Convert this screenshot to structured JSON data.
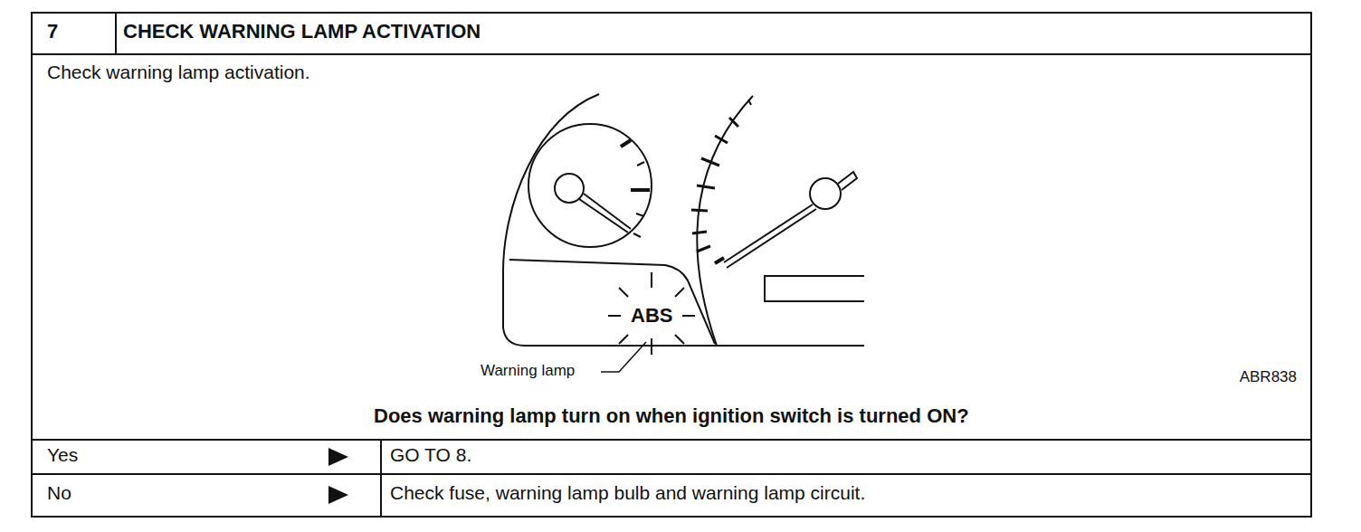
{
  "diagram": {
    "labels": [
      "7",
      "CHECK WARNING LAMP ACTIVATION",
      "Check warning lamp activation.",
      "ABS",
      "Warning lamp",
      "ABR838",
      "Does warning lamp turn on when ignition switch is turned ON?",
      "Yes",
      "GO TO 8.",
      "No",
      "Check fuse, warning lamp bulb and warning lamp circuit."
    ]
  }
}
